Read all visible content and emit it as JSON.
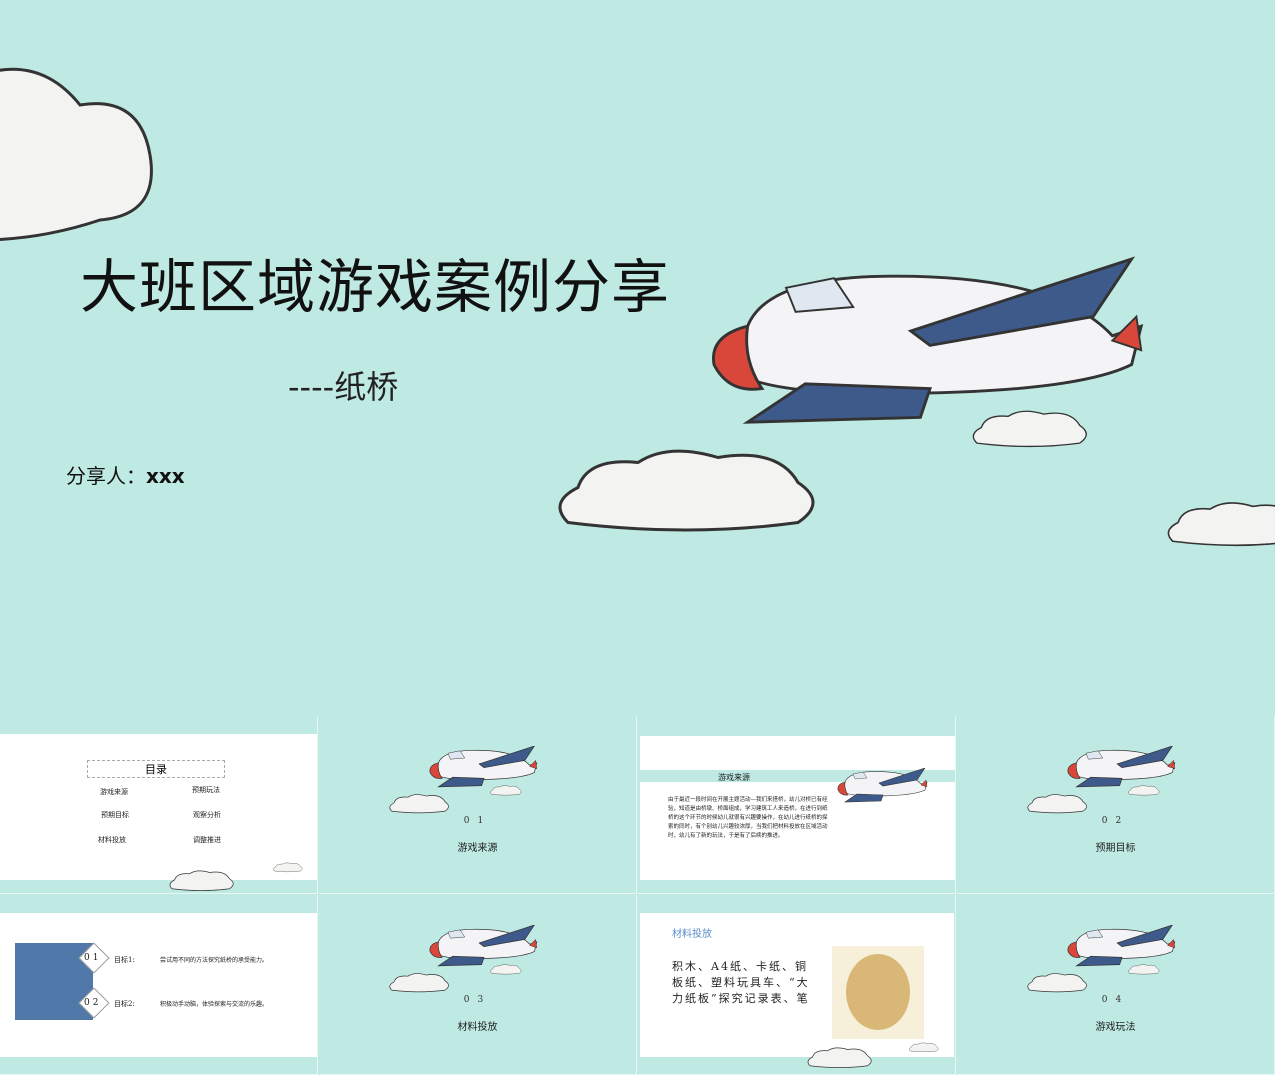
{
  "main_slide": {
    "title": "大班区域游戏案例分享",
    "subtitle": "----纸桥",
    "sharer_label": "分享人：",
    "sharer_name": "xxx"
  },
  "thumbnails": [
    {
      "type": "toc",
      "heading": "目录",
      "items": [
        "游戏来源",
        "预期玩法",
        "预期目标",
        "观察分析",
        "材料投放",
        "调整推进"
      ]
    },
    {
      "type": "section",
      "number": "01",
      "label": "游戏来源"
    },
    {
      "type": "text",
      "heading": "游戏来源",
      "body": "由于最近一段时间在开展主题活动—我们来搭桥，幼儿对桥已有经验，知道是由桥墩、桥面组成，学习建筑工人来造桥，在进行到纸桥的这个环节的时候幼儿就很有兴趣要操作，在幼儿进行纸桥的探索的同时，有个别幼儿兴趣较浓厚，当我们把材料投放在区域活动时，幼儿有了新的玩法，于是有了后续的推进。"
    },
    {
      "type": "section",
      "number": "02",
      "label": "预期目标"
    },
    {
      "type": "goals",
      "goals": [
        {
          "num": "01",
          "label": "目标1:",
          "text": "尝试用不同的方法探究纸桥的承受能力。"
        },
        {
          "num": "02",
          "label": "目标2:",
          "text": "积极动手动脑，体验探索与交流的乐趣。"
        }
      ]
    },
    {
      "type": "section",
      "number": "03",
      "label": "材料投放"
    },
    {
      "type": "materials",
      "heading": "材料投放",
      "body": "积木、A4纸、卡纸、铜板纸、塑料玩具车、“大力纸板”探究记录表、笔"
    },
    {
      "type": "section",
      "number": "04",
      "label": "游戏玩法"
    }
  ],
  "colors": {
    "background": "#bfe9e3",
    "plane_nose": "#d9473a",
    "plane_wing": "#3e5a8a",
    "heading_blue": "#5b8fc9"
  }
}
